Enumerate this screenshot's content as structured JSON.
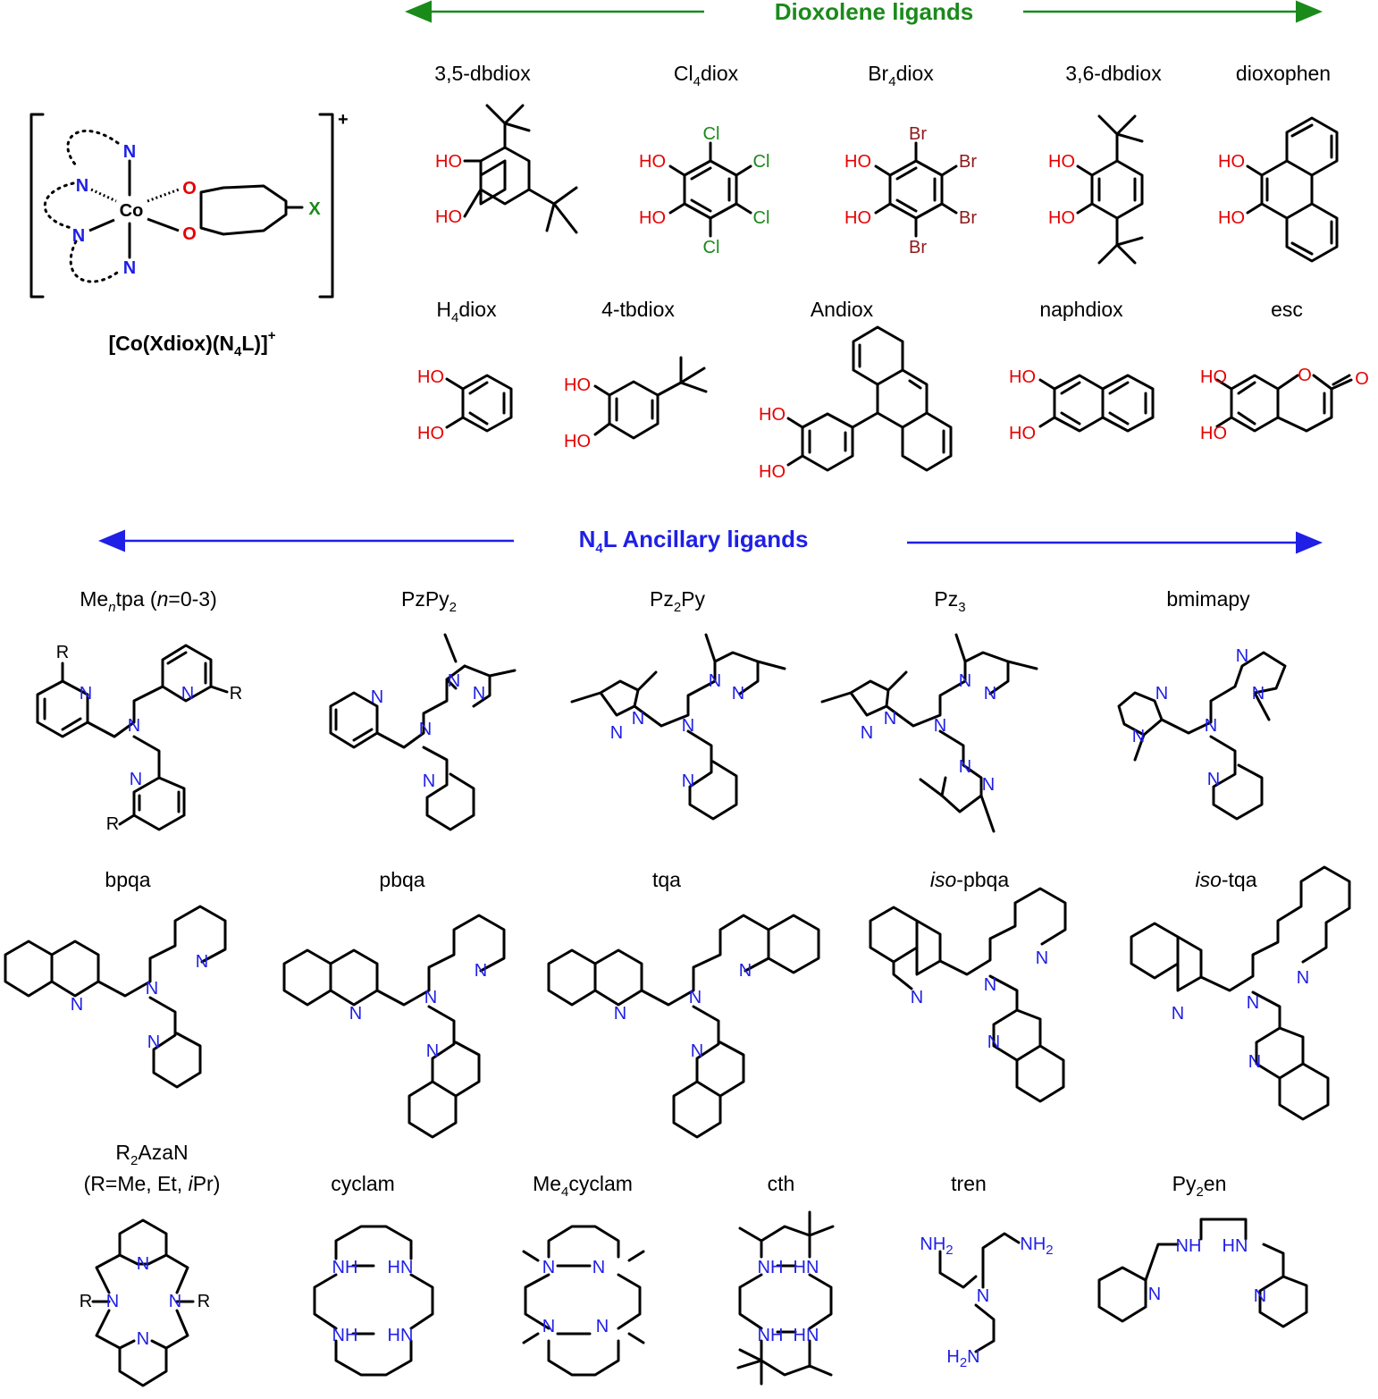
{
  "colors": {
    "dioxolene_header": "#1a8a1a",
    "ancillary_header": "#1f1fe6",
    "oxygen": "#e60000",
    "chlorine": "#1a8a1a",
    "bromine": "#8b1a1a",
    "nitrogen": "#1f1fe6",
    "bond": "#000000"
  },
  "complex": {
    "charge": "+",
    "co": "Co",
    "n": "N",
    "o": "O",
    "x": "X",
    "formula": {
      "a": "[Co(Xdiox)(N",
      "sub": "4",
      "b": "L)]",
      "sup": "+"
    }
  },
  "headers": {
    "dioxolene": "Dioxolene ligands",
    "ancillary": {
      "a": "N",
      "sub": "4",
      "b": "L Ancillary ligands"
    }
  },
  "dioxolene": {
    "dbdiox35": "3,5-dbdiox",
    "cl4diox": {
      "a": "Cl",
      "sub": "4",
      "b": "diox"
    },
    "br4diox": {
      "a": "Br",
      "sub": "4",
      "b": "diox"
    },
    "dbdiox36": "3,6-dbdiox",
    "dioxophen": "dioxophen",
    "h4diox": {
      "a": "H",
      "sub": "4",
      "b": "diox"
    },
    "tbdiox4": "4-tbdiox",
    "andiox": "Andiox",
    "naphdiox": "naphdiox",
    "esc": "esc"
  },
  "ancillary": {
    "mentpa": {
      "a": "Me",
      "n": "n",
      "b": "tpa (",
      "n2": "n",
      "c": "=0-3)"
    },
    "pzpy2": {
      "a": "PzPy",
      "sub": "2"
    },
    "pz2py": {
      "a": "Pz",
      "sub": "2",
      "b": "Py"
    },
    "pz3": {
      "a": "Pz",
      "sub": "3"
    },
    "bmimapy": "bmimapy",
    "bpqa": "bpqa",
    "pbqa": "pbqa",
    "tqa": "tqa",
    "isopbqa": {
      "i": "iso",
      "b": "-pbqa"
    },
    "isotqa": {
      "i": "iso",
      "b": "-tqa"
    },
    "r2azan": {
      "a": "R",
      "sub": "2",
      "b": "AzaN",
      "line2a": "(R=Me, Et, ",
      "line2i": "i",
      "line2b": "Pr)"
    },
    "cyclam": "cyclam",
    "me4cyclam": {
      "a": "Me",
      "sub": "4",
      "b": "cyclam"
    },
    "cth": "cth",
    "tren": "tren",
    "py2en": {
      "a": "Py",
      "sub": "2",
      "b": "en"
    }
  },
  "atoms": {
    "HO": "HO",
    "Cl": "Cl",
    "Br": "Br",
    "N": "N",
    "R": "R",
    "NH": "NH",
    "HN": "HN",
    "NH2": "NH",
    "H2N": "H",
    "two": "2",
    "O": "O"
  }
}
